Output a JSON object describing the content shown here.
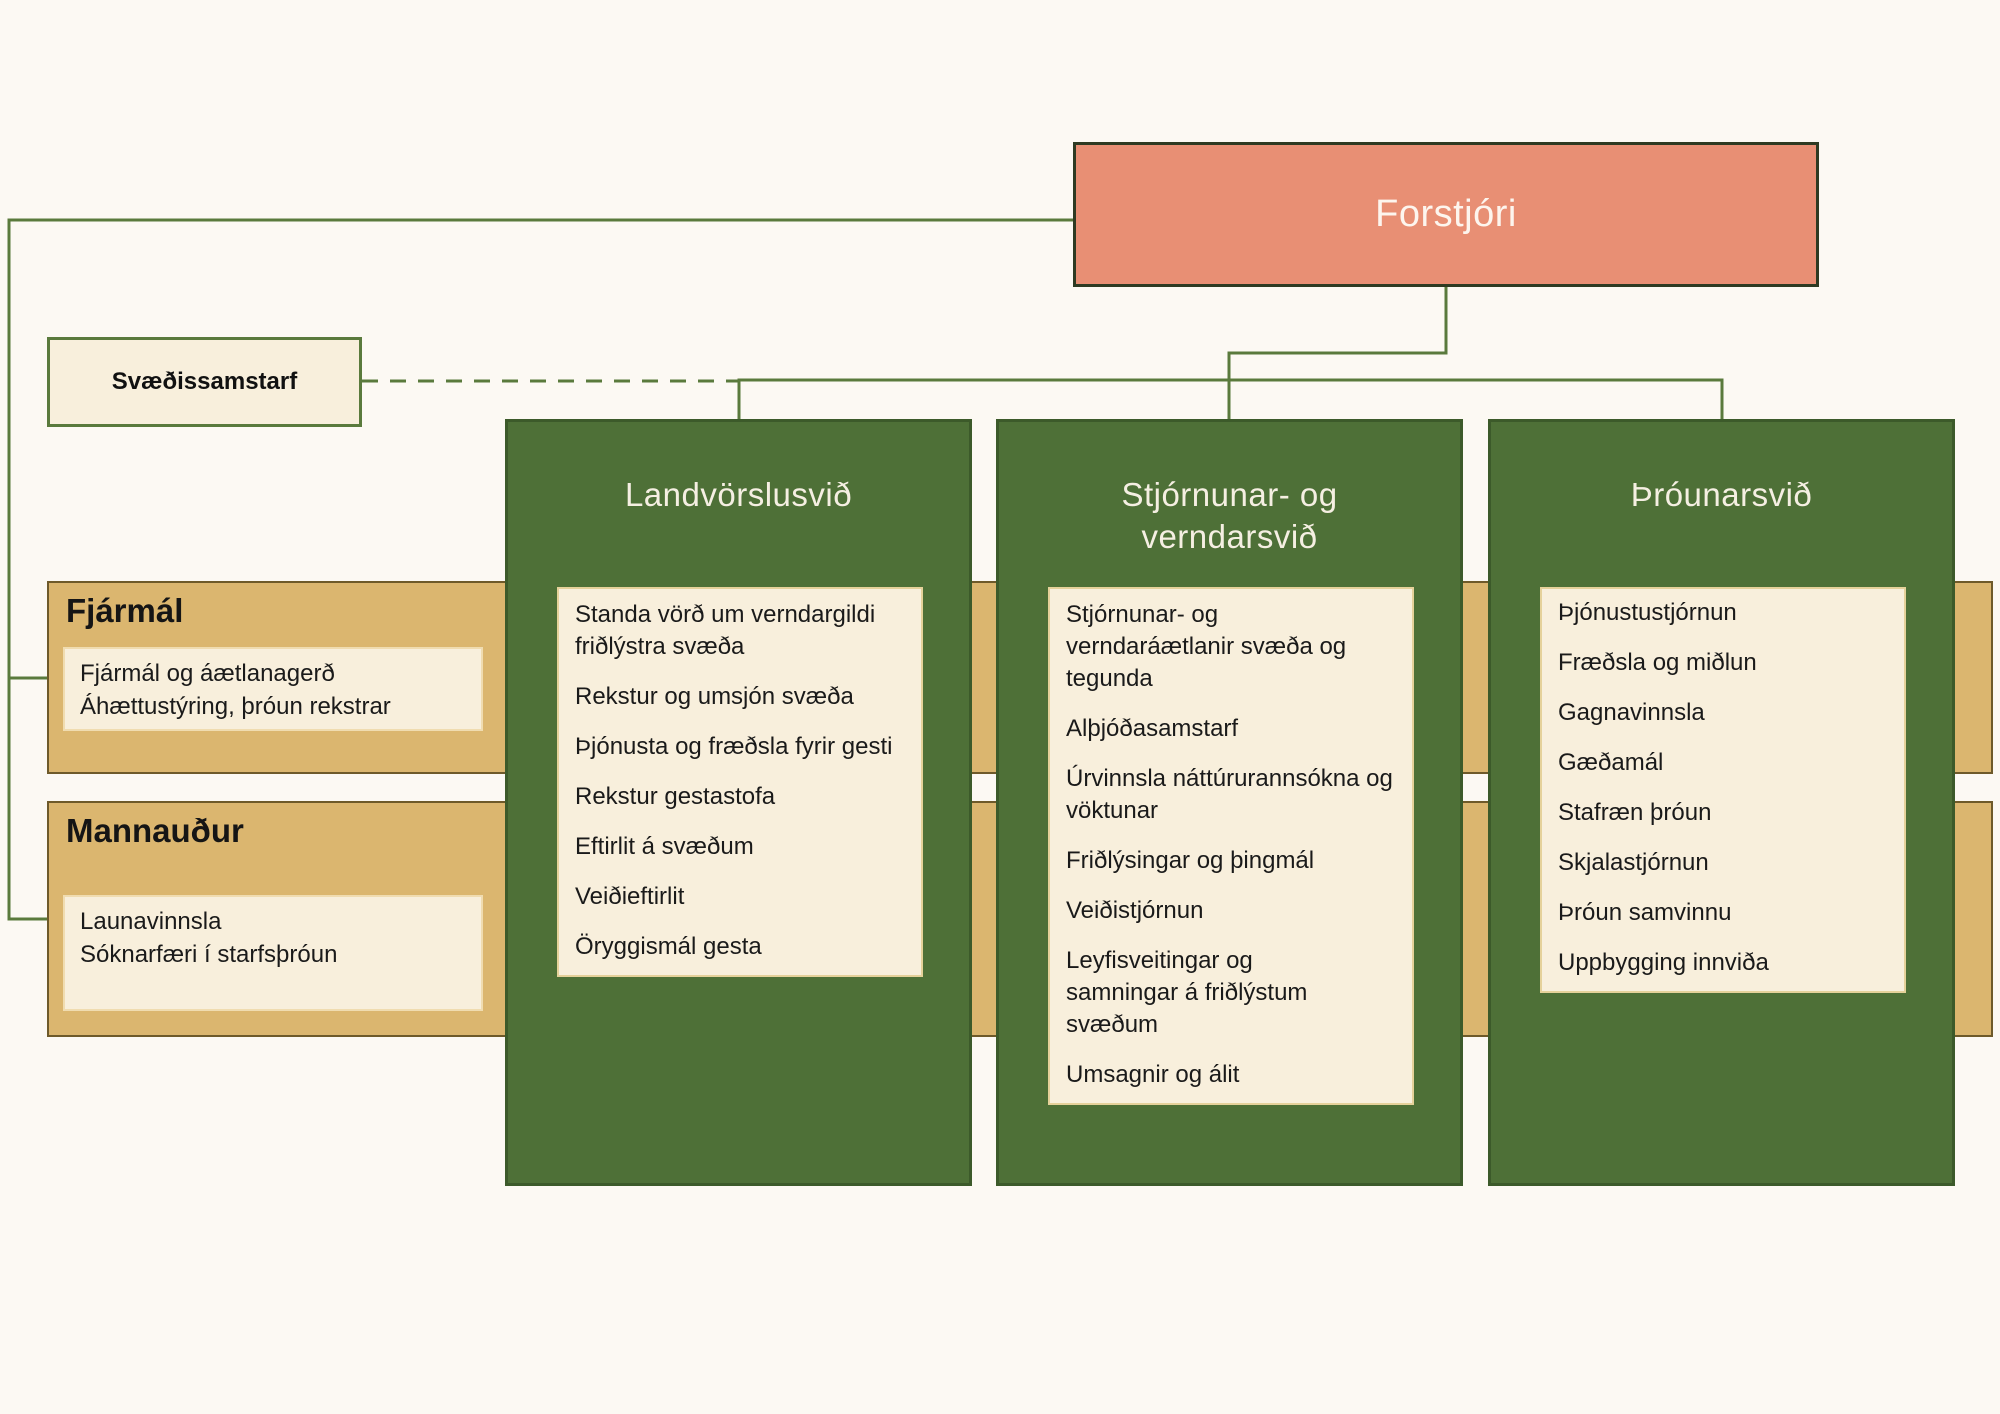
{
  "director": {
    "label": "Forstjóri"
  },
  "regional": {
    "label": "Svæðissamstarf"
  },
  "bands": [
    {
      "title": "Fjármál",
      "items": [
        "Fjármál og áætlanagerð",
        "Áhættustýring, þróun rekstrar"
      ]
    },
    {
      "title": "Mannauður",
      "items": [
        "Launavinnsla",
        "Sóknarfæri í starfsþróun"
      ]
    }
  ],
  "divisions": [
    {
      "title": "Landvörslusvið",
      "items": [
        "Standa vörð um verndargildi friðlýstra svæða",
        "Rekstur og umsjón svæða",
        "Þjónusta og fræðsla fyrir gesti",
        "Rekstur gestastofa",
        "Eftirlit á svæðum",
        "Veiðieftirlit",
        "Öryggismál gesta"
      ]
    },
    {
      "title": "Stjórnunar- og verndarsvið",
      "items": [
        "Stjórnunar- og verndaráætlanir svæða og tegunda",
        "Alþjóðasamstarf",
        "Úrvinnsla náttúrurannsókna og vöktunar",
        "Friðlýsingar og þingmál",
        "Veiðistjórnun",
        "Leyfisveitingar og samningar á friðlýstum svæðum",
        "Umsagnir og álit"
      ]
    },
    {
      "title": "Þróunarsvið",
      "items": [
        "Þjónustustjórnun",
        "Fræðsla og miðlun",
        "Gagnavinnsla",
        "Gæðamál",
        "Stafræn þróun",
        "Skjalastjórnun",
        "Þróun samvinnu",
        "Uppbygging innviða"
      ]
    }
  ],
  "colors": {
    "background": "#fcf9f3",
    "director": "#e88f74",
    "division": "#4e7037",
    "band": "#dbb66f",
    "panel": "#f8efdc",
    "connector": "#5a7a3c"
  }
}
